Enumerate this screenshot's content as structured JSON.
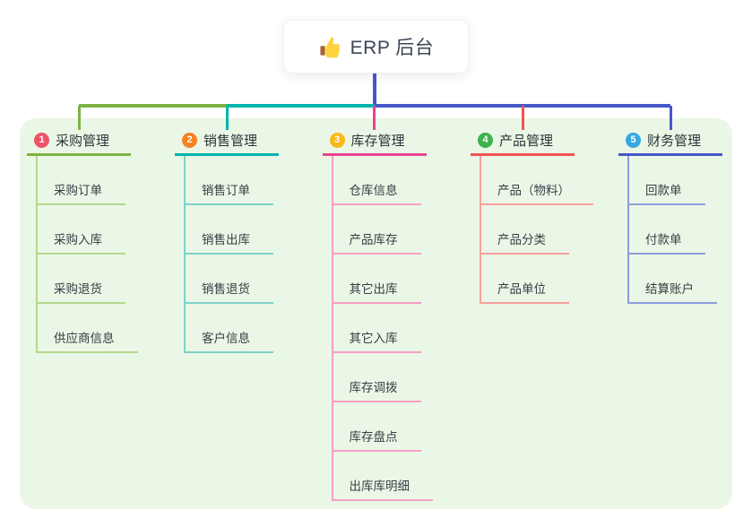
{
  "root": {
    "title": "ERP 后台",
    "icon": "thumbs-up-icon",
    "line_color": "#4657c9"
  },
  "panel_color": "#ebf7e6",
  "branches": [
    {
      "num": "1",
      "label": "采购管理",
      "color": "#7cb342",
      "light_color": "#b3d98c",
      "badge_color": "#ef5368",
      "children": [
        "采购订单",
        "采购入库",
        "采购退货",
        "供应商信息"
      ]
    },
    {
      "num": "2",
      "label": "销售管理",
      "color": "#00b5ad",
      "light_color": "#7fd2cb",
      "badge_color": "#f8821f",
      "children": [
        "销售订单",
        "销售出库",
        "销售退货",
        "客户信息"
      ]
    },
    {
      "num": "3",
      "label": "库存管理",
      "color": "#e8438f",
      "light_color": "#f49ec6",
      "badge_color": "#fbb817",
      "children": [
        "仓库信息",
        "产品库存",
        "其它出库",
        "其它入库",
        "库存调拨",
        "库存盘点",
        "出库库明细"
      ]
    },
    {
      "num": "4",
      "label": "产品管理",
      "color": "#f15353",
      "light_color": "#f7a19b",
      "badge_color": "#3eb24a",
      "children": [
        "产品（物料）",
        "产品分类",
        "产品单位"
      ]
    },
    {
      "num": "5",
      "label": "财务管理",
      "color": "#4657c9",
      "light_color": "#8c9ddd",
      "badge_color": "#38a8e0",
      "children": [
        "回款单",
        "付款单",
        "结算账户"
      ]
    }
  ]
}
